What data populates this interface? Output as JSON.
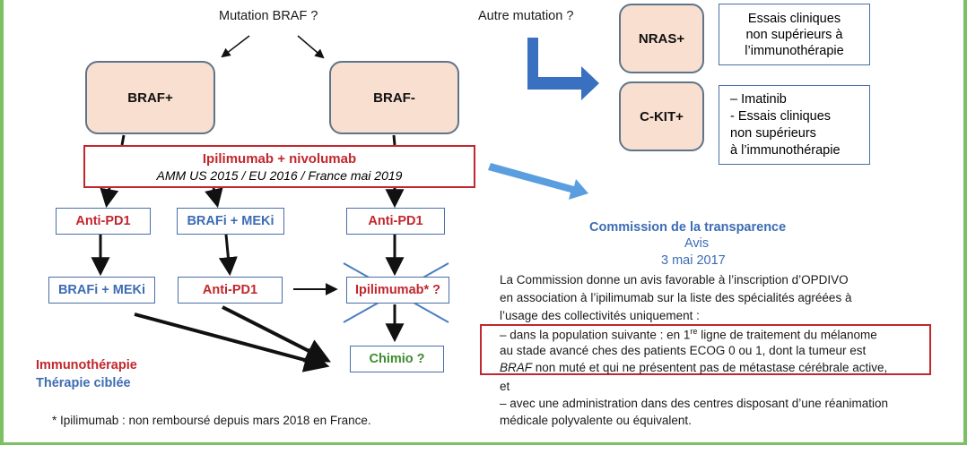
{
  "questions": {
    "braf": "Mutation BRAF ?",
    "other": "Autre mutation ?"
  },
  "nodes": {
    "braf_pos": "BRAF+",
    "braf_neg": "BRAF-",
    "nras": "NRAS+",
    "ckit": "C-KIT+",
    "combo_title": "Ipilimumab + nivolumab",
    "combo_sub": "AMM US 2015 / EU 2016 / France mai 2019",
    "anti_pd1_left": "Anti-PD1",
    "brafi_mid": "BRAFi + MEKi",
    "anti_pd1_right": "Anti-PD1",
    "brafi_left": "BRAFi + MEKi",
    "anti_pd1_mid": "Anti-PD1",
    "ipilimumab_q": "Ipilimumab* ?",
    "chimio": "Chimio ?"
  },
  "notes": {
    "nras": [
      "Essais cliniques",
      "non supérieurs à",
      "l’immunothérapie"
    ],
    "ckit": [
      "– Imatinib",
      "- Essais cliniques",
      "non supérieurs",
      "à l’immunothérapie"
    ]
  },
  "legend": {
    "immuno": "Immunothérapie",
    "targeted": "Thérapie ciblée"
  },
  "footnote": "* Ipilimumab : non remboursé depuis mars 2018 en France.",
  "commission": {
    "title": "Commission de la transparence",
    "avis": "Avis",
    "date": "3 mai 2017",
    "line1": "La Commission donne un avis favorable à l’inscription d’OPDIVO",
    "line2": "en association à l’ipilimumab sur la liste des spécialités agréées à",
    "line3": "l’usage des collectivités uniquement :",
    "hl1_pre": "– dans la population suivante : en 1",
    "hl1_sup": "re",
    "hl1_post": " ligne de traitement du mélanome",
    "hl2": "au stade avancé ches des patients ECOG 0 ou 1, dont la tumeur est",
    "hl3_em": "BRAF",
    "hl3_rest": " non muté et qui ne présentent pas de métastase cérébrale active,",
    "et": "et",
    "line4": "– avec une administration dans des centres disposant d’une réanimation",
    "line5": "médicale polyvalente ou équivalent."
  },
  "colors": {
    "red": "#c1272d",
    "blue": "#3c6cb4",
    "green": "#3d8a2f",
    "peach": "#f8dfd0",
    "frame_green": "#7cc063",
    "arrow_blue": "#3a70c0",
    "arrow_light_blue": "#5a9ee0"
  }
}
